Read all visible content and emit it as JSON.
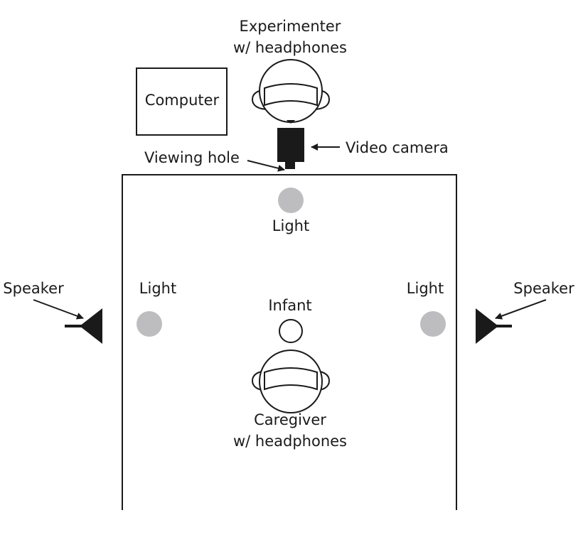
{
  "labels": {
    "experimenter_line1": "Experimenter",
    "experimenter_line2": "w/ headphones",
    "computer": "Computer",
    "video_camera": "Video camera",
    "viewing_hole": "Viewing hole",
    "light_top": "Light",
    "light_left": "Light",
    "light_right": "Light",
    "speaker_left": "Speaker",
    "speaker_right": "Speaker",
    "infant": "Infant",
    "caregiver_line1": "Caregiver",
    "caregiver_line2": "w/ headphones"
  },
  "colors": {
    "ink": "#1a1a1a",
    "light": "#bdbdc0",
    "background": "#ffffff"
  },
  "icons": {
    "person": "headphones-person-icon",
    "camera": "video-camera-icon",
    "speaker": "speaker-icon",
    "light": "light-dot-icon"
  }
}
